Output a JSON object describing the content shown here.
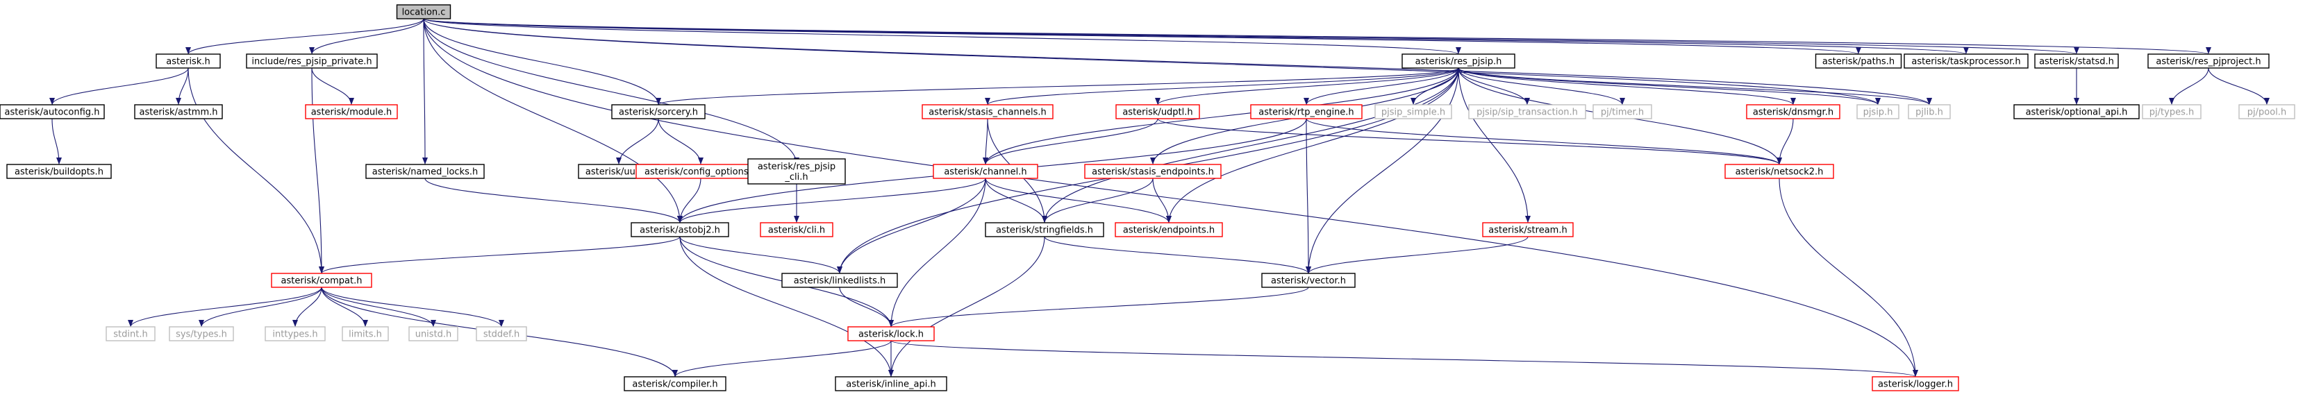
{
  "graph": {
    "title": "location.c",
    "colors": {
      "edge": "#191970",
      "border_normal": "#000000",
      "border_red": "#ff0000",
      "border_gray": "#bfbfbf",
      "text_normal": "#000000",
      "text_gray": "#9a9a9a",
      "root_fill": "#bfbfbf"
    },
    "nodes": [
      {
        "id": "location_c",
        "label": "location.c",
        "style": "root"
      },
      {
        "id": "asterisk_h",
        "label": "asterisk.h",
        "style": "normal"
      },
      {
        "id": "include_res_pjsip_private_h",
        "label": "include/res_pjsip_private.h",
        "style": "normal"
      },
      {
        "id": "asterisk_res_pjsip_h",
        "label": "asterisk/res_pjsip.h",
        "style": "normal"
      },
      {
        "id": "asterisk_paths_h",
        "label": "asterisk/paths.h",
        "style": "normal"
      },
      {
        "id": "asterisk_taskprocessor_h",
        "label": "asterisk/taskprocessor.h",
        "style": "normal"
      },
      {
        "id": "asterisk_statsd_h",
        "label": "asterisk/statsd.h",
        "style": "normal"
      },
      {
        "id": "asterisk_res_pjproject_h",
        "label": "asterisk/res_pjproject.h",
        "style": "normal"
      },
      {
        "id": "asterisk_autoconfig_h",
        "label": "asterisk/autoconfig.h",
        "style": "normal"
      },
      {
        "id": "asterisk_astmm_h",
        "label": "asterisk/astmm.h",
        "style": "normal"
      },
      {
        "id": "asterisk_module_h",
        "label": "asterisk/module.h",
        "style": "red"
      },
      {
        "id": "asterisk_sorcery_h",
        "label": "asterisk/sorcery.h",
        "style": "normal"
      },
      {
        "id": "asterisk_stasis_channels_h",
        "label": "asterisk/stasis_channels.h",
        "style": "red"
      },
      {
        "id": "asterisk_udptl_h",
        "label": "asterisk/udptl.h",
        "style": "red"
      },
      {
        "id": "asterisk_rtp_engine_h",
        "label": "asterisk/rtp_engine.h",
        "style": "red"
      },
      {
        "id": "pjsip_simple_h",
        "label": "pjsip_simple.h",
        "style": "gray"
      },
      {
        "id": "pjsip_sip_transaction_h",
        "label": "pjsip/sip_transaction.h",
        "style": "gray"
      },
      {
        "id": "pj_timer_h",
        "label": "pj/timer.h",
        "style": "gray"
      },
      {
        "id": "asterisk_dnsmgr_h",
        "label": "asterisk/dnsmgr.h",
        "style": "red"
      },
      {
        "id": "pjsip_h",
        "label": "pjsip.h",
        "style": "gray"
      },
      {
        "id": "pjlib_h",
        "label": "pjlib.h",
        "style": "gray"
      },
      {
        "id": "asterisk_optional_api_h",
        "label": "asterisk/optional_api.h",
        "style": "normal"
      },
      {
        "id": "pj_types_h",
        "label": "pj/types.h",
        "style": "gray"
      },
      {
        "id": "pj_pool_h",
        "label": "pj/pool.h",
        "style": "gray"
      },
      {
        "id": "asterisk_buildopts_h",
        "label": "asterisk/buildopts.h",
        "style": "normal"
      },
      {
        "id": "asterisk_named_locks_h",
        "label": "asterisk/named_locks.h",
        "style": "normal"
      },
      {
        "id": "asterisk_uuid_h",
        "label": "asterisk/uuid.h",
        "style": "normal"
      },
      {
        "id": "asterisk_config_options_h",
        "label": "asterisk/config_options.h",
        "style": "red"
      },
      {
        "id": "asterisk_res_pjsip_cli_h",
        "label": [
          "asterisk/res_pjsip",
          "_cli.h"
        ],
        "style": "normal"
      },
      {
        "id": "asterisk_channel_h",
        "label": "asterisk/channel.h",
        "style": "red"
      },
      {
        "id": "asterisk_stasis_endpoints_h",
        "label": "asterisk/stasis_endpoints.h",
        "style": "red"
      },
      {
        "id": "asterisk_netsock2_h",
        "label": "asterisk/netsock2.h",
        "style": "red"
      },
      {
        "id": "asterisk_cli_h",
        "label": "asterisk/cli.h",
        "style": "red"
      },
      {
        "id": "asterisk_astobj2_h",
        "label": "asterisk/astobj2.h",
        "style": "normal"
      },
      {
        "id": "asterisk_stringfields_h",
        "label": "asterisk/stringfields.h",
        "style": "normal"
      },
      {
        "id": "asterisk_endpoints_h",
        "label": "asterisk/endpoints.h",
        "style": "red"
      },
      {
        "id": "asterisk_stream_h",
        "label": "asterisk/stream.h",
        "style": "red"
      },
      {
        "id": "asterisk_compat_h",
        "label": "asterisk/compat.h",
        "style": "red"
      },
      {
        "id": "asterisk_linkedlists_h",
        "label": "asterisk/linkedlists.h",
        "style": "normal"
      },
      {
        "id": "asterisk_vector_h",
        "label": "asterisk/vector.h",
        "style": "normal"
      },
      {
        "id": "stdint_h",
        "label": "stdint.h",
        "style": "gray"
      },
      {
        "id": "sys_types_h",
        "label": "sys/types.h",
        "style": "gray"
      },
      {
        "id": "inttypes_h",
        "label": "inttypes.h",
        "style": "gray"
      },
      {
        "id": "limits_h",
        "label": "limits.h",
        "style": "gray"
      },
      {
        "id": "unistd_h",
        "label": "unistd.h",
        "style": "gray"
      },
      {
        "id": "stddef_h",
        "label": "stddef.h",
        "style": "gray"
      },
      {
        "id": "asterisk_lock_h",
        "label": "asterisk/lock.h",
        "style": "red"
      },
      {
        "id": "asterisk_compiler_h",
        "label": "asterisk/compiler.h",
        "style": "normal"
      },
      {
        "id": "asterisk_inline_api_h",
        "label": "asterisk/inline_api.h",
        "style": "normal"
      },
      {
        "id": "asterisk_logger_h",
        "label": "asterisk/logger.h",
        "style": "red"
      }
    ],
    "edges": [
      [
        "location_c",
        "asterisk_h"
      ],
      [
        "location_c",
        "include_res_pjsip_private_h"
      ],
      [
        "location_c",
        "asterisk_res_pjsip_h"
      ],
      [
        "location_c",
        "asterisk_paths_h"
      ],
      [
        "location_c",
        "asterisk_taskprocessor_h"
      ],
      [
        "location_c",
        "asterisk_statsd_h"
      ],
      [
        "location_c",
        "asterisk_res_pjproject_h"
      ],
      [
        "location_c",
        "asterisk_sorcery_h"
      ],
      [
        "location_c",
        "asterisk_named_locks_h"
      ],
      [
        "location_c",
        "asterisk_astobj2_h"
      ],
      [
        "location_c",
        "asterisk_res_pjsip_cli_h"
      ],
      [
        "location_c",
        "pjsip_h"
      ],
      [
        "location_c",
        "pjlib_h"
      ],
      [
        "location_c",
        "asterisk_logger_h"
      ],
      [
        "asterisk_h",
        "asterisk_autoconfig_h"
      ],
      [
        "asterisk_h",
        "asterisk_astmm_h"
      ],
      [
        "asterisk_h",
        "asterisk_compat_h"
      ],
      [
        "asterisk_autoconfig_h",
        "asterisk_buildopts_h"
      ],
      [
        "include_res_pjsip_private_h",
        "asterisk_module_h"
      ],
      [
        "include_res_pjsip_private_h",
        "asterisk_compat_h"
      ],
      [
        "asterisk_res_pjsip_h",
        "asterisk_sorcery_h"
      ],
      [
        "asterisk_res_pjsip_h",
        "asterisk_stasis_channels_h"
      ],
      [
        "asterisk_res_pjsip_h",
        "asterisk_udptl_h"
      ],
      [
        "asterisk_res_pjsip_h",
        "asterisk_rtp_engine_h"
      ],
      [
        "asterisk_res_pjsip_h",
        "pjsip_simple_h"
      ],
      [
        "asterisk_res_pjsip_h",
        "pjsip_sip_transaction_h"
      ],
      [
        "asterisk_res_pjsip_h",
        "pj_timer_h"
      ],
      [
        "asterisk_res_pjsip_h",
        "asterisk_dnsmgr_h"
      ],
      [
        "asterisk_res_pjsip_h",
        "pjsip_h"
      ],
      [
        "asterisk_res_pjsip_h",
        "pjlib_h"
      ],
      [
        "asterisk_res_pjsip_h",
        "asterisk_channel_h"
      ],
      [
        "asterisk_res_pjsip_h",
        "asterisk_stasis_endpoints_h"
      ],
      [
        "asterisk_res_pjsip_h",
        "asterisk_netsock2_h"
      ],
      [
        "asterisk_res_pjsip_h",
        "asterisk_stringfields_h"
      ],
      [
        "asterisk_res_pjsip_h",
        "asterisk_endpoints_h"
      ],
      [
        "asterisk_res_pjsip_h",
        "asterisk_stream_h"
      ],
      [
        "asterisk_res_pjsip_h",
        "asterisk_linkedlists_h"
      ],
      [
        "asterisk_res_pjsip_h",
        "asterisk_vector_h"
      ],
      [
        "asterisk_statsd_h",
        "asterisk_optional_api_h"
      ],
      [
        "asterisk_res_pjproject_h",
        "pj_types_h"
      ],
      [
        "asterisk_res_pjproject_h",
        "pj_pool_h"
      ],
      [
        "asterisk_named_locks_h",
        "asterisk_astobj2_h"
      ],
      [
        "asterisk_sorcery_h",
        "asterisk_uuid_h"
      ],
      [
        "asterisk_sorcery_h",
        "asterisk_config_options_h"
      ],
      [
        "asterisk_config_options_h",
        "asterisk_astobj2_h"
      ],
      [
        "asterisk_res_pjsip_cli_h",
        "asterisk_cli_h"
      ],
      [
        "asterisk_stasis_channels_h",
        "asterisk_channel_h"
      ],
      [
        "asterisk_stasis_channels_h",
        "asterisk_stringfields_h"
      ],
      [
        "asterisk_udptl_h",
        "asterisk_channel_h"
      ],
      [
        "asterisk_udptl_h",
        "asterisk_netsock2_h"
      ],
      [
        "asterisk_rtp_engine_h",
        "asterisk_astobj2_h"
      ],
      [
        "asterisk_rtp_engine_h",
        "asterisk_netsock2_h"
      ],
      [
        "asterisk_rtp_engine_h",
        "asterisk_vector_h"
      ],
      [
        "asterisk_dnsmgr_h",
        "asterisk_netsock2_h"
      ],
      [
        "asterisk_stasis_endpoints_h",
        "asterisk_stringfields_h"
      ],
      [
        "asterisk_stasis_endpoints_h",
        "asterisk_endpoints_h"
      ],
      [
        "asterisk_channel_h",
        "asterisk_astobj2_h"
      ],
      [
        "asterisk_channel_h",
        "asterisk_stringfields_h"
      ],
      [
        "asterisk_channel_h",
        "asterisk_endpoints_h"
      ],
      [
        "asterisk_channel_h",
        "asterisk_linkedlists_h"
      ],
      [
        "asterisk_channel_h",
        "asterisk_lock_h"
      ],
      [
        "asterisk_netsock2_h",
        "asterisk_logger_h"
      ],
      [
        "asterisk_astobj2_h",
        "asterisk_compat_h"
      ],
      [
        "asterisk_astobj2_h",
        "asterisk_linkedlists_h"
      ],
      [
        "asterisk_astobj2_h",
        "asterisk_lock_h"
      ],
      [
        "asterisk_astobj2_h",
        "asterisk_inline_api_h"
      ],
      [
        "asterisk_stringfields_h",
        "asterisk_vector_h"
      ],
      [
        "asterisk_stringfields_h",
        "asterisk_inline_api_h"
      ],
      [
        "asterisk_stream_h",
        "asterisk_vector_h"
      ],
      [
        "asterisk_vector_h",
        "asterisk_lock_h"
      ],
      [
        "asterisk_compat_h",
        "stdint_h"
      ],
      [
        "asterisk_compat_h",
        "sys_types_h"
      ],
      [
        "asterisk_compat_h",
        "inttypes_h"
      ],
      [
        "asterisk_compat_h",
        "limits_h"
      ],
      [
        "asterisk_compat_h",
        "unistd_h"
      ],
      [
        "asterisk_compat_h",
        "stddef_h"
      ],
      [
        "asterisk_compat_h",
        "asterisk_compiler_h"
      ],
      [
        "asterisk_linkedlists_h",
        "asterisk_lock_h"
      ],
      [
        "asterisk_lock_h",
        "asterisk_compiler_h"
      ],
      [
        "asterisk_lock_h",
        "asterisk_inline_api_h"
      ],
      [
        "asterisk_lock_h",
        "asterisk_logger_h"
      ]
    ]
  }
}
